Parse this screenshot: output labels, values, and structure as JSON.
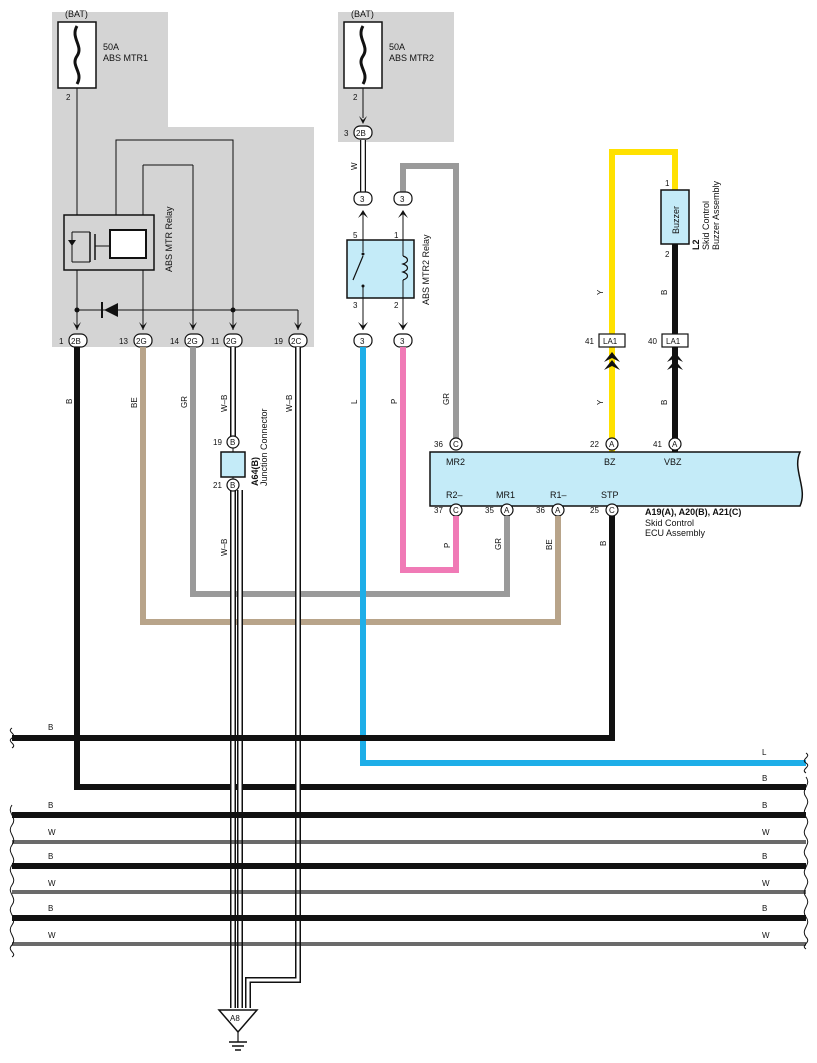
{
  "fuses": {
    "mtr1": {
      "source": "(BAT)",
      "rating": "50A",
      "name": "ABS MTR1",
      "pin": "2"
    },
    "mtr2": {
      "source": "(BAT)",
      "rating": "50A",
      "name": "ABS MTR2",
      "pin": "2"
    }
  },
  "relay1": {
    "name": "ABS MTR Relay"
  },
  "relay2": {
    "name": "ABS MTR2 Relay",
    "pins": {
      "top_left": "5",
      "top_right": "1",
      "bot_left": "3",
      "bot_right": "2"
    }
  },
  "buzzer": {
    "body": "Buzzer",
    "id": "L2",
    "name1": "Skid Control",
    "name2": "Buzzer Assembly",
    "pin_top": "1",
    "pin_bot": "2"
  },
  "junction": {
    "id": "A64(B)",
    "name": "Junction Connector",
    "pin_top": "19",
    "pin_top_conn": "B",
    "pin_bot": "21",
    "pin_bot_conn": "B"
  },
  "ecu": {
    "id": "A19(A), A20(B), A21(C)",
    "name1": "Skid Control",
    "name2": "ECU Assembly",
    "top_pins": [
      {
        "num": "36",
        "conn": "C",
        "label": "MR2"
      },
      {
        "num": "22",
        "conn": "A",
        "label": "BZ"
      },
      {
        "num": "41",
        "conn": "A",
        "label": "VBZ"
      }
    ],
    "bottom_pins": [
      {
        "num": "37",
        "conn": "C",
        "label": "R2–"
      },
      {
        "num": "35",
        "conn": "A",
        "label": "MR1"
      },
      {
        "num": "36",
        "conn": "A",
        "label": "R1–"
      },
      {
        "num": "25",
        "conn": "C",
        "label": "STP"
      }
    ]
  },
  "box1_pins": [
    {
      "num": "1",
      "conn": "2B"
    },
    {
      "num": "13",
      "conn": "2G"
    },
    {
      "num": "14",
      "conn": "2G"
    },
    {
      "num": "11",
      "conn": "2G"
    },
    {
      "num": "19",
      "conn": "2C"
    }
  ],
  "box2_pin": {
    "num": "3",
    "conn": "2B"
  },
  "inline_3": "3",
  "la1": {
    "label": "LA1",
    "pin_y": "41",
    "pin_b": "40"
  },
  "ground": "A8",
  "colors": {
    "B": "#111111",
    "BE": "#b8a48a",
    "GR": "#9a9a9a",
    "W": "#ffffff",
    "L": "#1eaee8",
    "P": "#f07ab6",
    "Y": "#ffe100",
    "panel": "#d4d4d4",
    "component": "#c4ebf8"
  },
  "wires": {
    "b": "B",
    "be": "BE",
    "gr": "GR",
    "wb": "W–B",
    "w": "W",
    "l": "L",
    "p": "P",
    "y": "Y"
  }
}
